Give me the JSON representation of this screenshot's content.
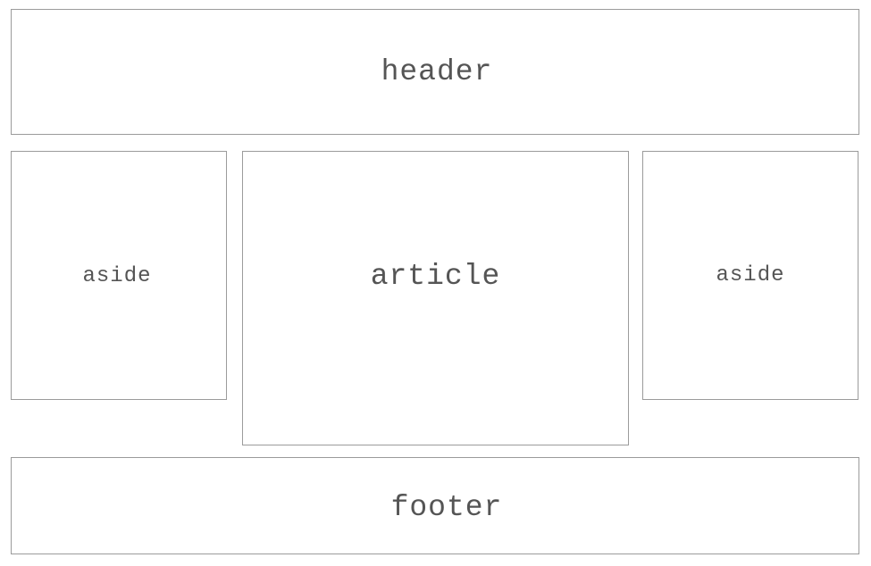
{
  "diagram": {
    "header": {
      "label": "header"
    },
    "aside_left": {
      "label": "aside"
    },
    "article": {
      "label": "article"
    },
    "aside_right": {
      "label": "aside"
    },
    "footer": {
      "label": "footer"
    }
  },
  "colors": {
    "border": "#9b9b9b",
    "text": "#555555",
    "background": "#ffffff"
  }
}
